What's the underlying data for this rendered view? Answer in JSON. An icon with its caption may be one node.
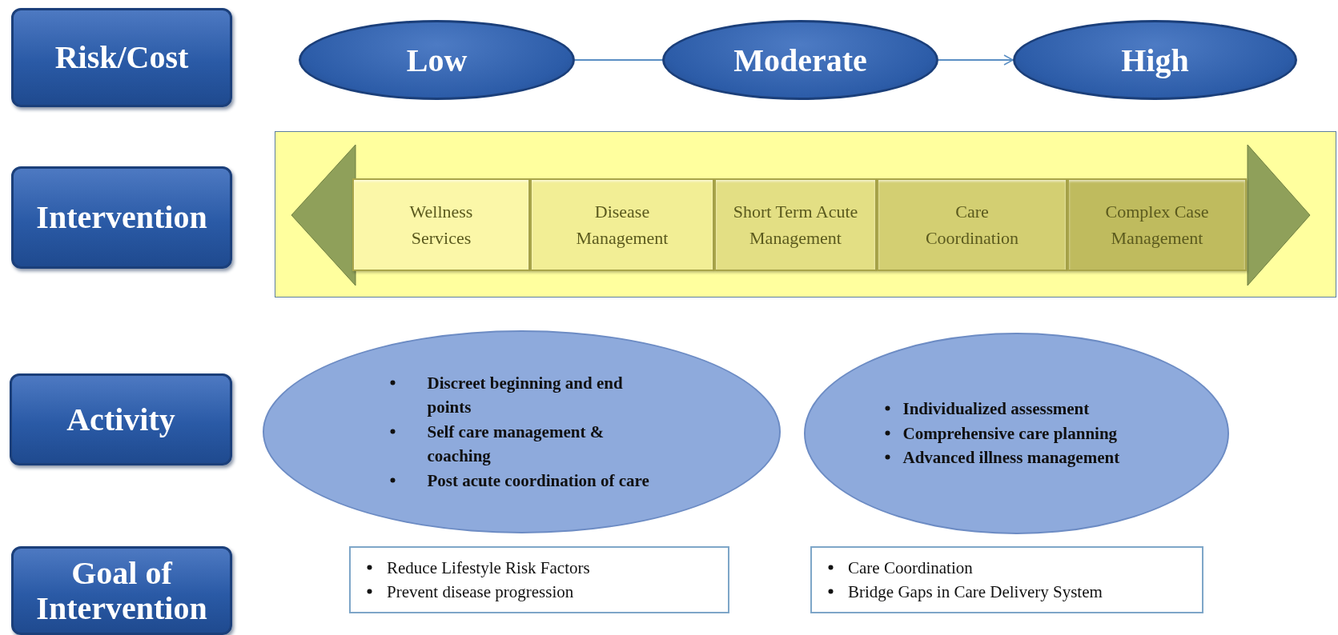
{
  "diagram": {
    "nodes": [
      {
        "text": [
          "Risk/Cost"
        ]
      },
      {
        "text": [
          "Low"
        ]
      },
      {
        "text": [
          "Moderate"
        ]
      },
      {
        "text": [
          "High"
        ]
      },
      {
        "text": [
          "Intervention"
        ]
      },
      {
        "text": [],
        "shape": "box"
      },
      {
        "text": [
          "Wellness Services"
        ],
        "in": 5
      },
      {
        "text": [
          "Disease Management"
        ],
        "in": 5
      },
      {
        "text": [
          "Short Term Acute Management"
        ],
        "in": 5
      },
      {
        "text": [
          "Care Coordination"
        ],
        "in": 5
      },
      {
        "text": [
          "Complex Case Management"
        ],
        "in": 5
      },
      {
        "text": [
          "Activity"
        ]
      },
      {
        "text": [
          "Discreet beginning and end points",
          "Self care management & coaching",
          "Post acute coordination of care"
        ]
      },
      {
        "text": [
          "Individualized assessment",
          "Comprehensive care planning",
          "Advanced illness management"
        ]
      },
      {
        "text": [
          "Goal of Intervention"
        ]
      },
      {
        "text": [
          "Reduce Lifestyle Risk Factors",
          "Prevent disease progression"
        ]
      },
      {
        "text": [
          "Care Coordination",
          "Bridge Gaps in Care Delivery System"
        ]
      }
    ],
    "edges": [
      {
        "from": 1,
        "to": 2,
        "arrow": "none"
      },
      {
        "from": 2,
        "to": 3,
        "arrow": "to"
      }
    ]
  }
}
